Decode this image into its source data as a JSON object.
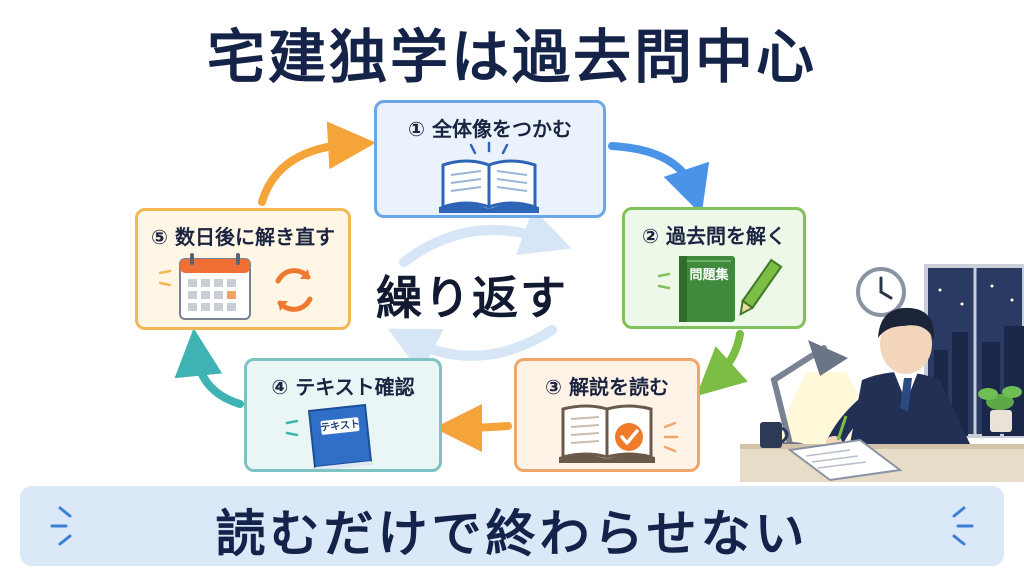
{
  "title": "宅建独学は過去問中心",
  "center_label": "繰り返す",
  "banner": "読むだけで終わらせない",
  "steps": [
    {
      "label": "① 全体像をつかむ"
    },
    {
      "label": "② 過去問を解く",
      "book_label": "問題集"
    },
    {
      "label": "③ 解説を読む"
    },
    {
      "label": "④ テキスト確認",
      "book_label": "テキスト"
    },
    {
      "label": "⑤ 数日後に解き直す"
    }
  ],
  "colors": {
    "title": "#142347",
    "arrow_blue": "#4a93e6",
    "arrow_green": "#7bbd45",
    "arrow_orange": "#f5a43a",
    "arrow_teal": "#3fb3b3",
    "banner_bg": "#dbe8f8"
  }
}
